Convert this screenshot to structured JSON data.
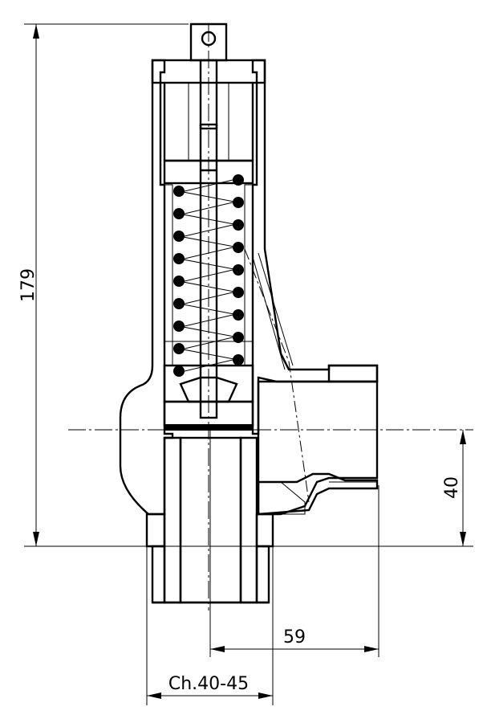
{
  "dimensions": {
    "overall_height": "179",
    "outlet_height": "40",
    "outlet_offset": "59",
    "hex_size": "Ch.40-45"
  },
  "colors": {
    "line": "#000000",
    "background": "#ffffff"
  }
}
